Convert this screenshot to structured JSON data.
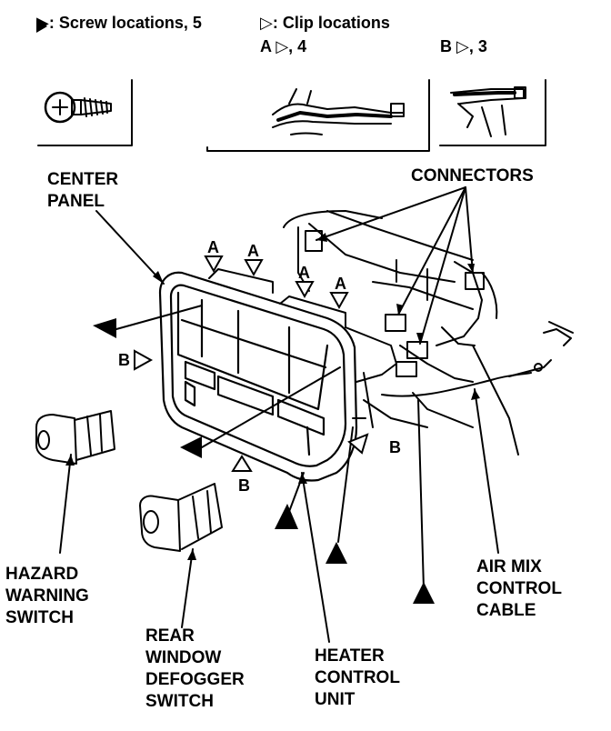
{
  "legend": {
    "screw": "▶: Screw locations, 5",
    "clip": "▷: Clip locations",
    "clip_a": "A ▷, 4",
    "clip_b": "B ▷, 3"
  },
  "labels": {
    "center_panel": "CENTER\nPANEL",
    "connectors": "CONNECTORS",
    "hazard_switch": "HAZARD\nWARNING\nSWITCH",
    "rear_defogger_switch": "REAR\nWINDOW\nDEFOGGER\nSWITCH",
    "heater_control_unit": "HEATER\nCONTROL\nUNIT",
    "air_mix_cable": "AIR MIX\nCONTROL\nCABLE"
  },
  "clip_letters": {
    "a": "A",
    "b": "B"
  },
  "colors": {
    "ink": "#000000",
    "paper": "#ffffff"
  }
}
